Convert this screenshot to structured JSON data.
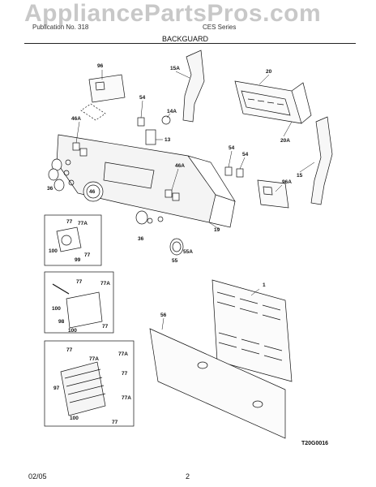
{
  "watermark": "AppliancePartsPros.com",
  "header": {
    "left_text": "Publication No. 318",
    "right_text": "CES Series",
    "section_title": "BACKGUARD"
  },
  "figure_code": "T20G0016",
  "footer": {
    "date": "02/05",
    "page": "2"
  },
  "callouts": {
    "c96": "96",
    "c15A": "15A",
    "c20": "20",
    "c54a": "54",
    "c14A": "14A",
    "c46Aa": "46A",
    "c13": "13",
    "c20A": "20A",
    "c54b": "54",
    "c54c": "54",
    "c15": "15",
    "c36a": "36",
    "c46": "46",
    "c46Ab": "46A",
    "c96A": "96A",
    "c19": "19",
    "c36b": "36",
    "c55A": "55A",
    "c55": "55",
    "c77a": "77",
    "c77Aa": "77A",
    "c100a": "100",
    "c99": "99",
    "c77b": "77",
    "c77c": "77",
    "c77Ab": "77A",
    "c100b": "100",
    "c98": "98",
    "c100c": "100",
    "c77d": "77",
    "c1": "1",
    "c56": "56",
    "c77e": "77",
    "c77Ac": "77A",
    "c77Ad": "77A",
    "c77f": "77",
    "c97": "97",
    "c77Ae": "77A",
    "c100d": "100",
    "c77g": "77"
  }
}
